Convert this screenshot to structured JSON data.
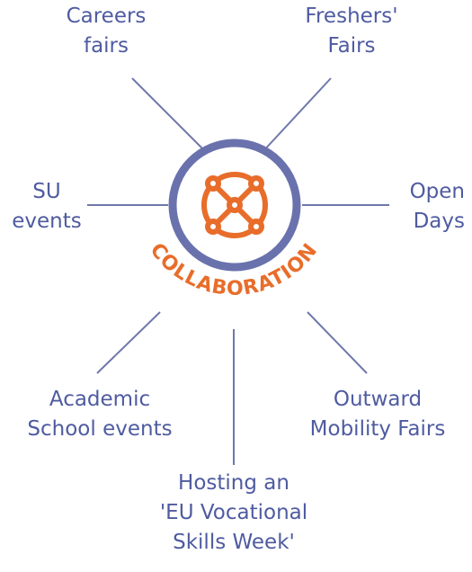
{
  "colors": {
    "line": "#6f78ab",
    "ring": "#6a72ad",
    "accent": "#e86d2a",
    "text": "#4f5ba0"
  },
  "icons": [
    "collaboration-network-icon"
  ],
  "center": {
    "label": "COLLABORATION"
  },
  "nodes": [
    {
      "id": "careers-fairs",
      "lines": [
        "Careers",
        "fairs"
      ]
    },
    {
      "id": "freshers-fairs",
      "lines": [
        "Freshers'",
        "Fairs"
      ]
    },
    {
      "id": "su-events",
      "lines": [
        "SU",
        "events"
      ]
    },
    {
      "id": "open-days",
      "lines": [
        "Open",
        "Days"
      ]
    },
    {
      "id": "academic-school-events",
      "lines": [
        "Academic",
        "School events"
      ]
    },
    {
      "id": "outward-mobility-fairs",
      "lines": [
        "Outward",
        "Mobility Fairs"
      ]
    },
    {
      "id": "eu-vocational-skills-week",
      "lines": [
        "Hosting an",
        "'EU Vocational",
        "Skills Week'"
      ]
    }
  ]
}
